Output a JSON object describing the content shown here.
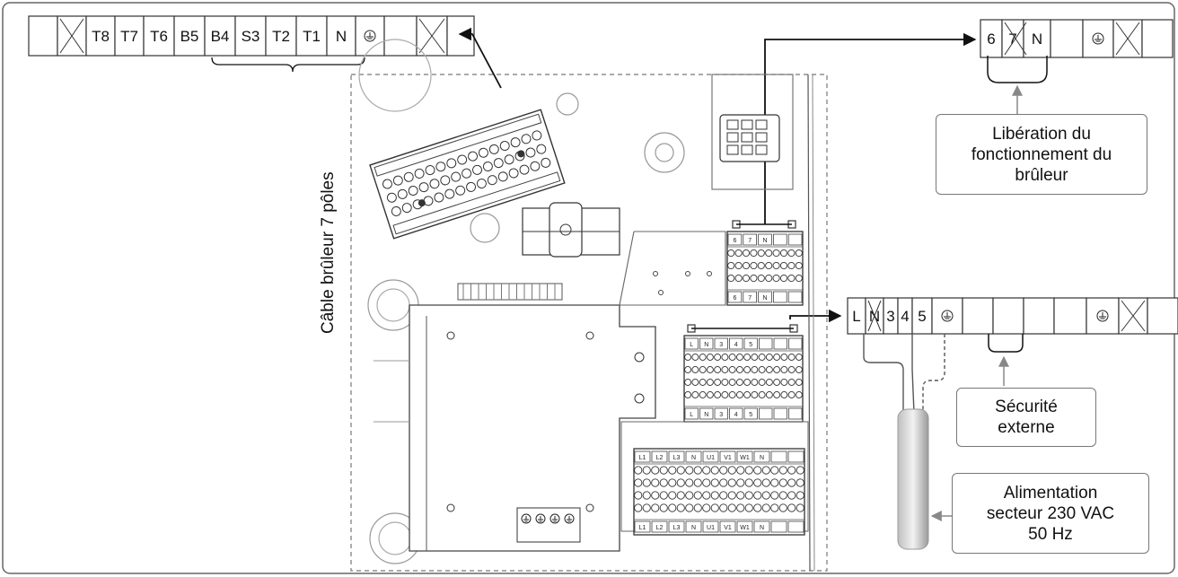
{
  "top_strip": {
    "labels": [
      "",
      "",
      "T8",
      "T7",
      "T6",
      "B5",
      "B4",
      "S3",
      "T2",
      "T1",
      "N",
      "",
      "",
      "",
      ""
    ]
  },
  "right_top_strip": {
    "labels": [
      "6",
      "7",
      "N",
      "",
      "",
      ""
    ]
  },
  "right_mid_strip": {
    "labels": [
      "L",
      "N",
      "3",
      "4",
      "5",
      "",
      "",
      "",
      "",
      "",
      ""
    ]
  },
  "callouts": {
    "liberation": "Libération du\nfonctionnement du\nbrûleur",
    "securite": "Sécurité\nexterne",
    "alimentation": "Alimentation\nsecteur 230 VAC\n50 Hz"
  },
  "cable_label": "Câble brûleur 7 pôles",
  "board_labels": {
    "block1": [
      "6",
      "7",
      "N"
    ],
    "block2": [
      "L",
      "N",
      "3",
      "4",
      "5"
    ],
    "block3": [
      "L",
      "N",
      "3",
      "4",
      "5"
    ],
    "block4": [
      "L1",
      "L2",
      "L3",
      "N",
      "U1",
      "V1",
      "W1",
      "N"
    ]
  },
  "colors": {
    "line": "#111111",
    "frame": "#555555",
    "gray": "#888888"
  }
}
